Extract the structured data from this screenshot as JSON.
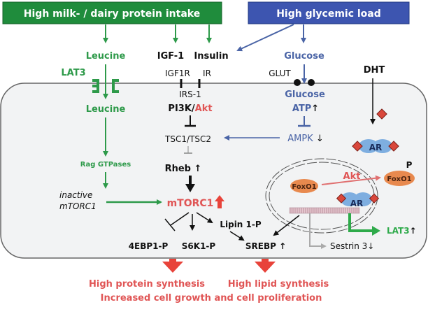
{
  "colors": {
    "green": "#2e9a4a",
    "green_box": "#1f8c3c",
    "blue": "#4a64a6",
    "blue_box": "#3d55b0",
    "red": "#e8433a",
    "red_text": "#e05555",
    "black": "#111111",
    "cell_fill": "#f2f3f4",
    "foxo_fill": "#e8894e",
    "ar_fill": "#7eaee0",
    "ligand": "#d9473b"
  },
  "inputs": {
    "dairy_box": "High milk- / dairy protein intake",
    "glycemic_box": "High glycemic load"
  },
  "extracellular": {
    "leucine": "Leucine",
    "lat3": "LAT3",
    "igf1": "IGF-1",
    "insulin": "Insulin",
    "glucose": "Glucose",
    "dht": "DHT",
    "igf1r": "IGF1R",
    "ir": "IR",
    "glut": "GLUT"
  },
  "intracellular": {
    "leucine": "Leucine",
    "rag": "Rag GTPases",
    "inactive_line1": "inactive",
    "inactive_line2": "mTORC1",
    "irs1": "IRS-1",
    "pi3k": "PI3K/",
    "akt": "Akt",
    "tsc": "TSC1/TSC2",
    "rheb": "Rheb",
    "mtorc1": "mTORC1",
    "glucose": "Glucose",
    "atp": "ATP",
    "ampk": "AMPK",
    "lipin": "Lipin 1-P",
    "fourebp1": "4EBP1-P",
    "s6k1": "S6K1-P",
    "srebp": "SREBP",
    "ar_cyto": "AR",
    "foxo1_nuc": "FoxO1",
    "akt_nuc": "Akt",
    "ar_nuc": "AR",
    "foxo1_p": "FoxO1",
    "p_label": "P",
    "lat3_out": "LAT3",
    "sestrin": "Sestrin 3"
  },
  "arrows": {
    "up": "↑",
    "down": "↓"
  },
  "outcomes": {
    "protein": "High protein synthesis",
    "lipid": "High lipid synthesis",
    "growth": "Increased cell growth and cell proliferation"
  }
}
